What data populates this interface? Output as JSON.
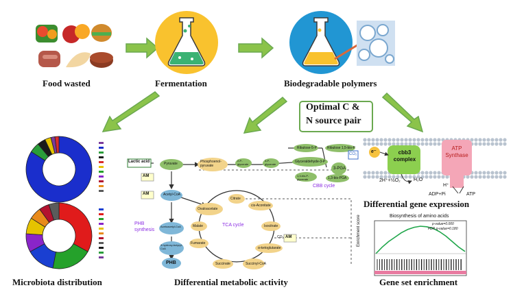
{
  "stages": {
    "food_wasted": "Food wasted",
    "fermentation": "Fermentation",
    "polymers": "Biodegradable polymers"
  },
  "optimal_box": {
    "line1": "Optimal C &",
    "line2": "N source pair"
  },
  "outputs": {
    "microbiota": "Microbiota distribution",
    "metabolic": "Differential metabolic activity",
    "gene_expression": "Differential gene expression",
    "gene_set": "Gene set enrichment"
  },
  "metabolic_map": {
    "lactic_acid": "Lactic acid",
    "pyruvate": "Pyruvate",
    "pep": "Phosphoenol-pyruvate",
    "pg2": "2-P-glycerate",
    "pg3": "3-P-glycerate",
    "ribulose5p": "Ribulose-5-P",
    "ribulose15bp": "Ribulose 1,5-bis-P",
    "gap": "Glyceraldehyde-3-P",
    "bpg": "1,3-bis-P-glycerate",
    "bpga": "1,3-bis-PGA",
    "pga3": "3-PGA",
    "co2": "CO₂",
    "cbb": "CBB cycle",
    "am": "AM",
    "acetyl_coa": "Acetyl-CoA",
    "acetoacetyl": "Acetoacetyl-CoA",
    "hydroxybutyryl": "3-hydroxy-butyryl-CoA",
    "phb": "PHB",
    "phb_synthesis": "PHB synthesis",
    "oxaloacetate": "Oxaloacetate",
    "citrate": "Citrate",
    "cis_aconitate": "cis-Aconitate",
    "isocitrate": "Isocitrate",
    "akg": "α-ketoglutarate",
    "succinyl": "Succinyl-CoA",
    "succinate": "Succinate",
    "fumarate": "Fumarate",
    "malate": "Malate",
    "tca": "TCA cycle"
  },
  "gene_expression_panel": {
    "complex": "cbb3 complex",
    "atp": "ATP Synthase",
    "electron": "e⁻",
    "reaction_left": "2H⁺+½O₂",
    "water": "H₂O",
    "adp": "ADP+Pi",
    "proton": "H⁺",
    "atp_out": "ATP"
  },
  "gsea_panel": {
    "title": "Biosynthesis of amino acids",
    "ylabel": "Enrichment score",
    "stat1": "p-value=0.000",
    "stat2": "FDR q-value=0.180"
  },
  "colors": {
    "arrow_green": "#6aa84f",
    "arrow_fill": "#8bc34a",
    "flask_circle1": "#f9c22e",
    "flask_circle2": "#2196d3",
    "optimal_border": "#6aa84f"
  },
  "chart_data": [
    {
      "type": "pie",
      "name": "microbiota-donut-top",
      "values": [
        84,
        5,
        4,
        3,
        2,
        2
      ],
      "colors": [
        "#1a2ecc",
        "#2a9d3a",
        "#1b1b1b",
        "#e6c300",
        "#7a3b9b",
        "#d92b2b"
      ]
    },
    {
      "type": "pie",
      "name": "microbiota-donut-bottom",
      "values": [
        33,
        20,
        14,
        9,
        8,
        6,
        5,
        5
      ],
      "colors": [
        "#e01b1b",
        "#25a12b",
        "#1a3fd1",
        "#8a25c9",
        "#e6c300",
        "#e88a1a",
        "#b3122f",
        "#5b5b5b"
      ]
    },
    {
      "type": "line",
      "name": "gsea-enrichment",
      "values": [
        0,
        0.12,
        0.22,
        0.3,
        0.38,
        0.44,
        0.48,
        0.5,
        0.49,
        0.46,
        0.4,
        0.32,
        0.22,
        0.12,
        0.04
      ]
    }
  ]
}
